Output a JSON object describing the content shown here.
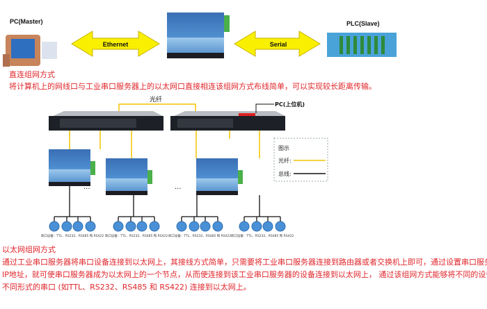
{
  "top": {
    "pc_label": "PC(Master)",
    "plc_label": "PLC(Slave)",
    "ethernet_label": "Ethernet",
    "serial_label": "Serial"
  },
  "section1": {
    "title": "直连组网方式",
    "desc": "将计算机上的网线口与工业串口服务器上的以太网口直接相连该组网方式布线简单，可以实现较长距离传输。"
  },
  "network": {
    "fiber_label": "光纤",
    "pc_label": "PC(上位机)",
    "ellipsis": "...",
    "serial_devices_caption": "串口设备：TTL、RS232、RS485 和 RS422"
  },
  "legend": {
    "title": "图示",
    "fiber": "光纤:",
    "bus": "总线:",
    "fiber_color": "#f5c400",
    "bus_color": "#111111"
  },
  "section2": {
    "title": "以太网组网方式",
    "lines": [
      "通过工业串口服务器将串口设备连接到以太网上，其接线方式简单，只需要将工业串口服务器连接到路由器或者交换机上即可，通过设置串口服务器的",
      "IP地址，就可使串口服务器成为以太网上的一个节点，从而使连接到该工业串口服务器的设备连接到以太网上， 通过该组网方式能够将不同的设备， 将",
      "不同形式的串口  (如TTL、RS232、RS485 和 RS422)  连接到以太网上。"
    ]
  }
}
